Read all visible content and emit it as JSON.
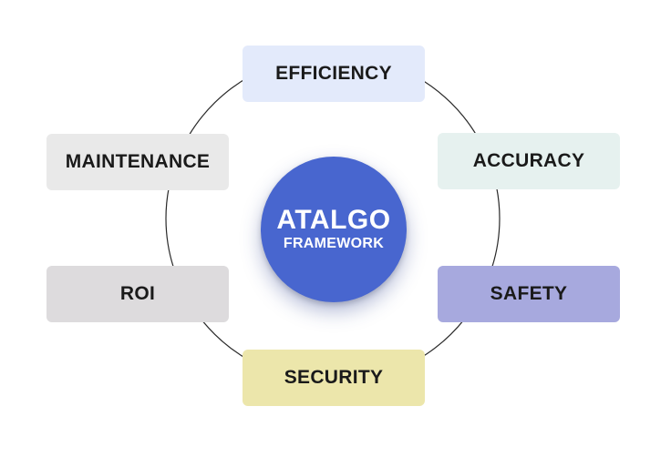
{
  "center": {
    "title": "ATALGO",
    "subtitle": "FRAMEWORK",
    "color": "#4866cf"
  },
  "nodes": [
    {
      "label": "EFFICIENCY",
      "color": "#e3eafb"
    },
    {
      "label": "ACCURACY",
      "color": "#e6f1ef"
    },
    {
      "label": "SAFETY",
      "color": "#a7a9de"
    },
    {
      "label": "SECURITY",
      "color": "#ece6ab"
    },
    {
      "label": "ROI",
      "color": "#dddbdd"
    },
    {
      "label": "MAINTENANCE",
      "color": "#e9e9e9"
    }
  ],
  "ring_color": "#2a2a2a"
}
